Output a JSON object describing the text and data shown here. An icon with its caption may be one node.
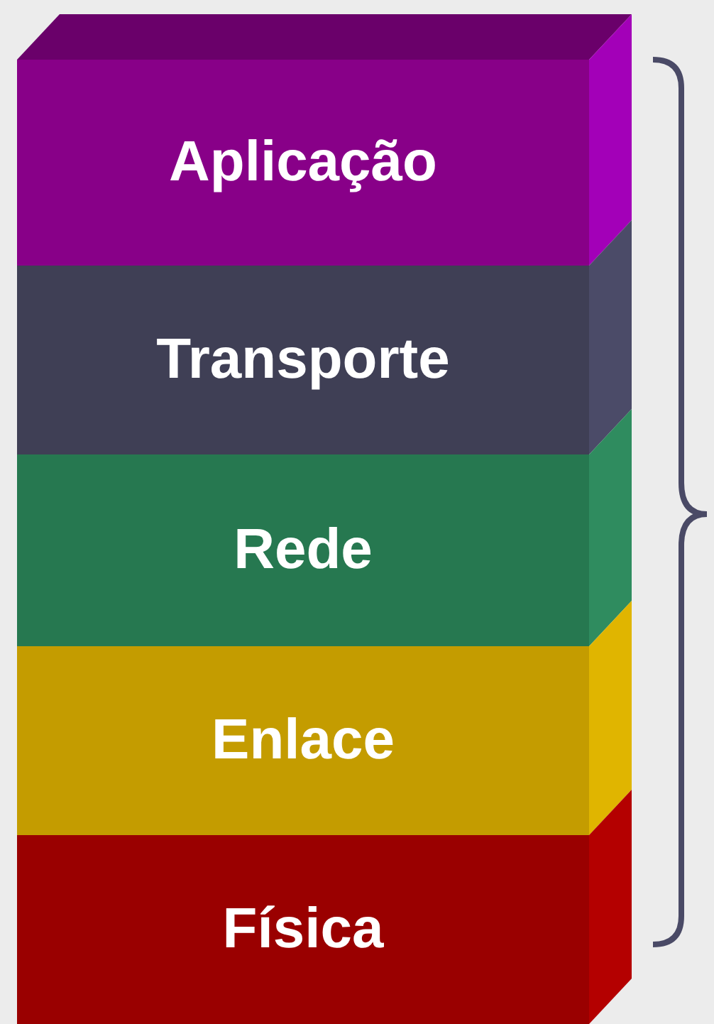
{
  "diagram": {
    "nodes": [
      {
        "text": [
          "Aplicação"
        ]
      },
      {
        "text": [
          "Transporte"
        ]
      },
      {
        "text": [
          "Rede"
        ]
      },
      {
        "text": [
          "Enlace"
        ]
      },
      {
        "text": [
          "Física"
        ]
      }
    ]
  }
}
